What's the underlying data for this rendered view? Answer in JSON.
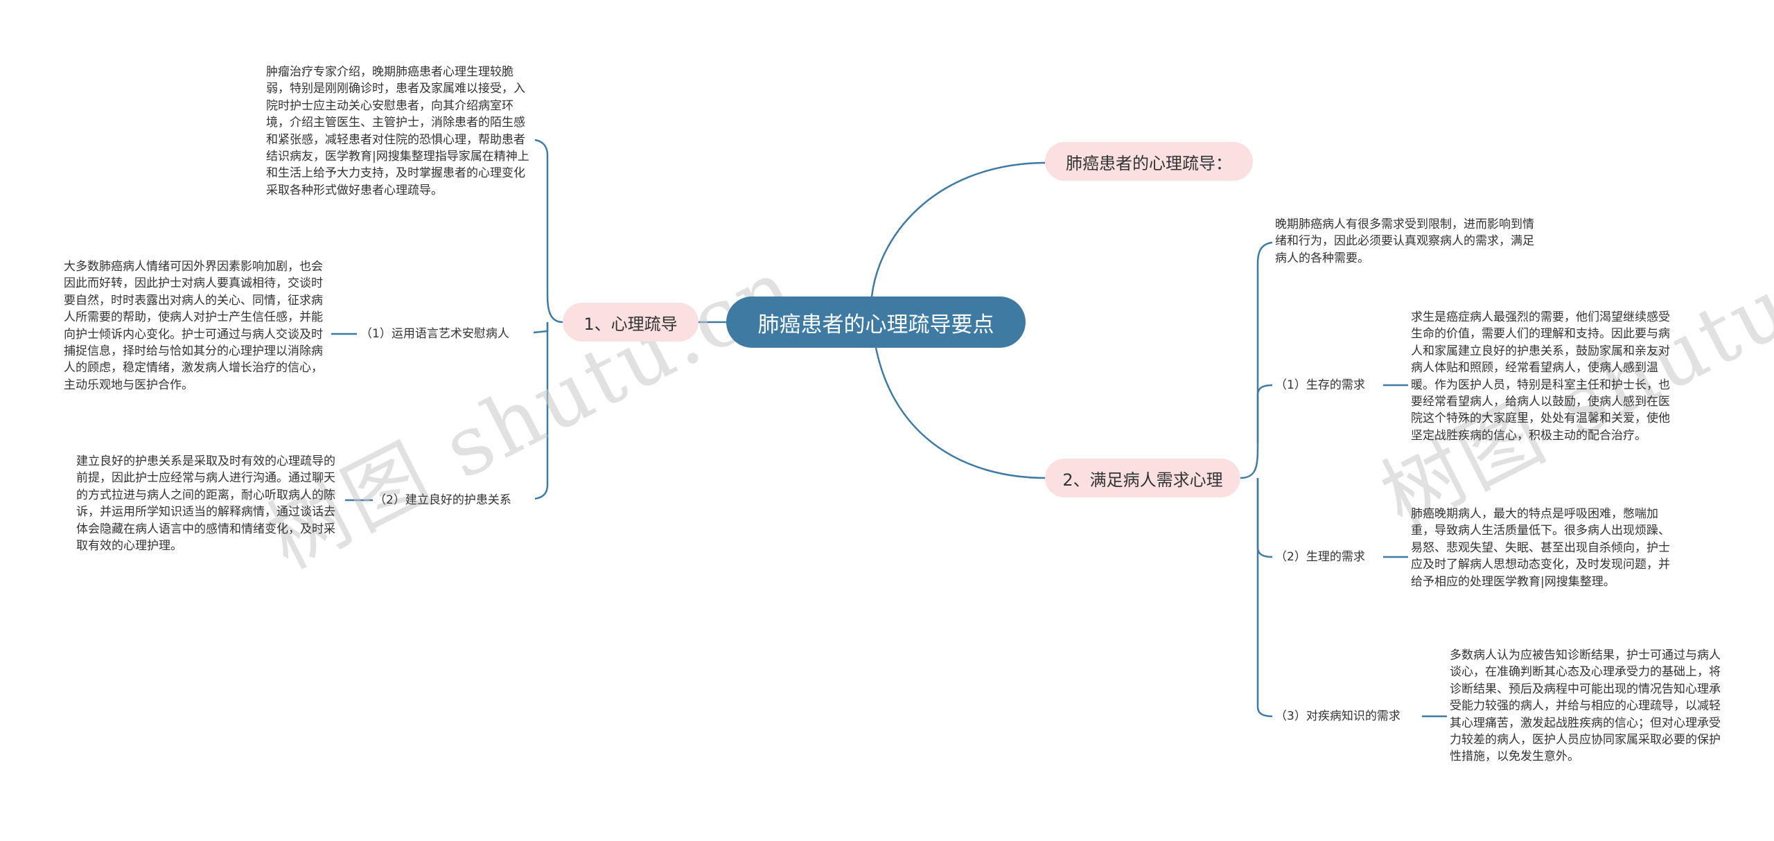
{
  "title": "肺癌患者的心理疏导要点",
  "watermarks": [
    "树图 shutu.cn",
    "树图 shutu.cn"
  ],
  "branches": {
    "intro": "肺癌患者的心理疏导：",
    "counsel": "1、心理疏导",
    "needs": "2、满足病人需求心理"
  },
  "counsel": {
    "intro_text": "肿瘤治疗专家介绍，晚期肺癌患者心理生理较脆弱，特别是刚刚确诊时，患者及家属难以接受，入院时护士应主动关心安慰患者，向其介绍病室环境，介绍主管医生、主管护士，消除患者的陌生感和紧张感，减轻患者对住院的恐惧心理，帮助患者结识病友，医学教育|网搜集整理指导家属在精神上和生活上给予大力支持，及时掌握患者的心理变化采取各种形式做好患者心理疏导。",
    "items": [
      {
        "label": "（1）运用语言艺术安慰病人",
        "text": "大多数肺癌病人情绪可因外界因素影响加剧，也会因此而好转，因此护士对病人要真诚相待，交谈时要自然，时时表露出对病人的关心、同情，征求病人所需要的帮助，使病人对护士产生信任感，并能向护士倾诉内心变化。护士可通过与病人交谈及时捕捉信息，择时给与恰如其分的心理护理以消除病人的顾虑，稳定情绪，激发病人增长治疗的信心，主动乐观地与医护合作。"
      },
      {
        "label": "（2）建立良好的护患关系",
        "text": "建立良好的护患关系是采取及时有效的心理疏导的前提，因此护士应经常与病人进行沟通。通过聊天的方式拉进与病人之间的距离，耐心听取病人的陈诉，并运用所学知识适当的解释病情，通过谈话去体会隐藏在病人语言中的感情和情绪变化，及时采取有效的心理护理。"
      }
    ]
  },
  "needs": {
    "intro_text": "晚期肺癌病人有很多需求受到限制，进而影响到情绪和行为，因此必须要认真观察病人的需求，满足病人的各种需要。",
    "items": [
      {
        "label": "（1）生存的需求",
        "text": "求生是癌症病人最强烈的需要，他们渴望继续感受生命的价值，需要人们的理解和支持。因此要与病人和家属建立良好的护患关系，鼓励家属和亲友对病人体贴和照顾，经常看望病人，使病人感到温暖。作为医护人员，特别是科室主任和护士长，也要经常看望病人，给病人以鼓励，使病人感到在医院这个特殊的大家庭里，处处有温馨和关爱，使他坚定战胜疾病的信心，积极主动的配合治疗。"
      },
      {
        "label": "（2）生理的需求",
        "text": "肺癌晚期病人，最大的特点是呼吸困难，憋喘加重，导致病人生活质量低下。很多病人出现烦躁、易怒、悲观失望、失眠、甚至出现自杀倾向，护士应及时了解病人思想动态变化，及时发现问题，并给予相应的处理医学教育|网搜集整理。"
      },
      {
        "label": "（3）对疾病知识的需求",
        "text": "多数病人认为应被告知诊断结果，护士可通过与病人谈心，在准确判断其心态及心理承受力的基础上，将诊断结果、预后及病程中可能出现的情况告知心理承受能力较强的病人，并给与相应的心理疏导，以减轻其心理痛苦，激发起战胜疾病的信心；但对心理承受力较差的病人，医护人员应协同家属采取必要的保护性措施，以免发生意外。"
      }
    ]
  },
  "colors": {
    "root_fill": "#3e7aa1",
    "branch_fill": "#fbe0e1",
    "connector": "#3e7aa1",
    "text": "#333333"
  }
}
